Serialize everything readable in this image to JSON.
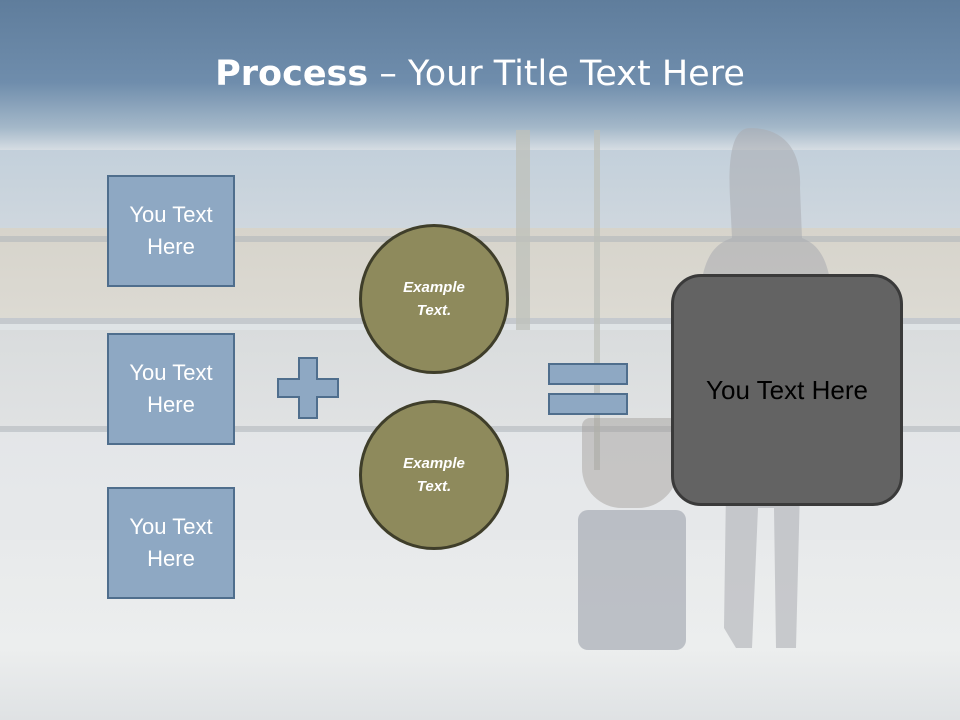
{
  "slide": {
    "title_bold": "Process",
    "title_rest": " – Your Title Text Here",
    "left_boxes": [
      {
        "label": "You Text Here"
      },
      {
        "label": "You Text Here"
      },
      {
        "label": "You Text Here"
      }
    ],
    "operators": {
      "plus": "plus-sign",
      "equals": "equals-sign"
    },
    "circles": [
      {
        "label": "Example Text."
      },
      {
        "label": "Example Text."
      }
    ],
    "result": {
      "label": "You Text Here"
    }
  },
  "colors": {
    "title_band": "#6f8dac",
    "box_fill": "#8ea8c3",
    "box_border": "#4f6e8d",
    "circle_fill": "#8e8a5c",
    "circle_border": "#3f3e2a",
    "result_fill": "#636363",
    "result_border": "#3a3a3a"
  }
}
